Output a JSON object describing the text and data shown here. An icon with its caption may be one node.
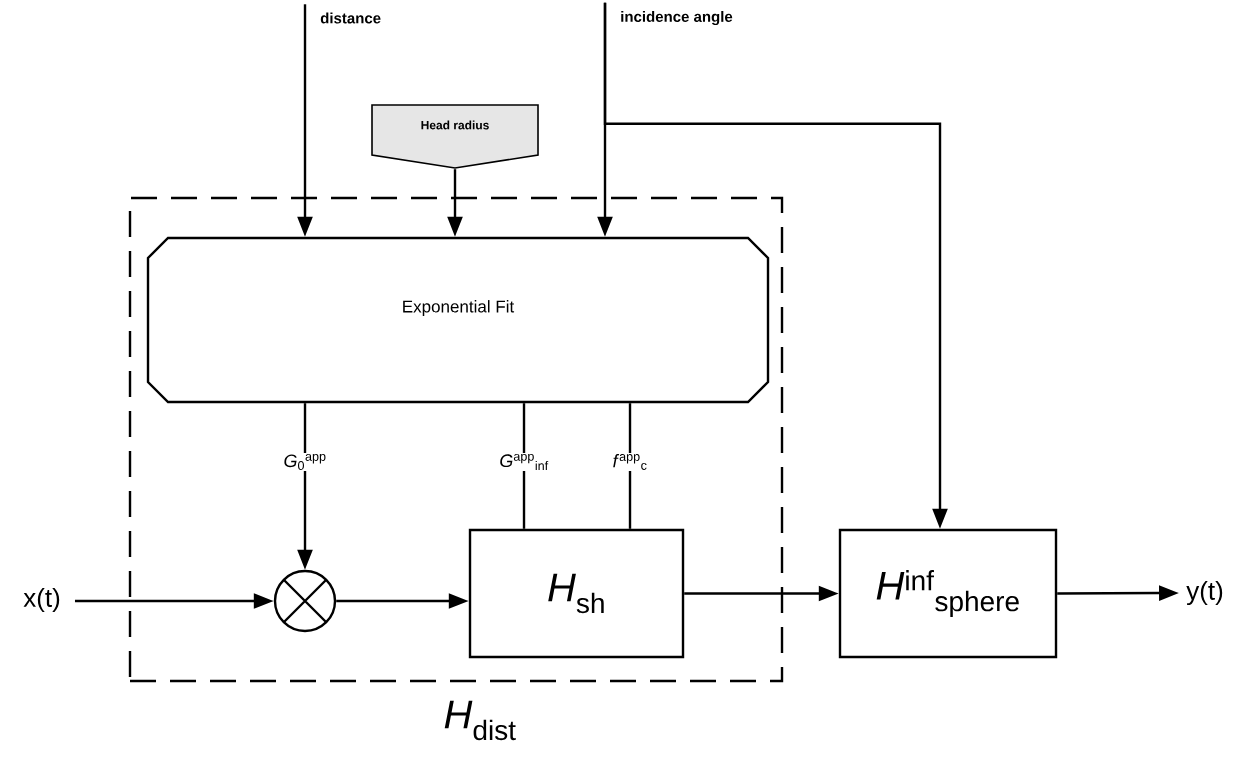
{
  "diagram": {
    "nodes": [
      {
        "text": [
          "*H*$_{dist}$"
        ]
      },
      {
        "text": [
          "distance"
        ]
      },
      {
        "text": [
          "incidence angle"
        ]
      },
      {
        "text": [
          "Head radius"
        ]
      },
      {
        "text": [
          "Exponential Fit"
        ],
        "in": 0
      },
      {
        "text": [],
        "shape": "circle",
        "in": 0
      },
      {
        "text": [
          "*H*$_{sh}$"
        ],
        "in": 0
      },
      {
        "text": [
          "*H*$^{inf}$$_{sphere}$"
        ]
      },
      {
        "text": [
          "x(t)"
        ]
      },
      {
        "text": [
          "y(t)"
        ]
      }
    ],
    "edges": [
      {
        "from": 1,
        "to": 4,
        "arrow": "to"
      },
      {
        "from": 3,
        "to": 4,
        "arrow": "to"
      },
      {
        "from": 2,
        "to": 4,
        "arrow": "to"
      },
      {
        "from": 2,
        "to": 7,
        "arrow": "to"
      },
      {
        "from": 4,
        "to": 5,
        "arrow": "to",
        "label": "*G*$_{0}$$^{app}$"
      },
      {
        "from": 4,
        "to": 6,
        "arrow": "none",
        "label": "*G*$^{app}$$_{inf}$"
      },
      {
        "from": 4,
        "to": 6,
        "arrow": "none",
        "label": "*f*$^{app}$$_{c}$"
      },
      {
        "from": 8,
        "to": 5,
        "arrow": "to"
      },
      {
        "from": 5,
        "to": 6,
        "arrow": "to"
      },
      {
        "from": 6,
        "to": 7,
        "arrow": "to"
      },
      {
        "from": 7,
        "to": 9,
        "arrow": "to"
      }
    ]
  }
}
